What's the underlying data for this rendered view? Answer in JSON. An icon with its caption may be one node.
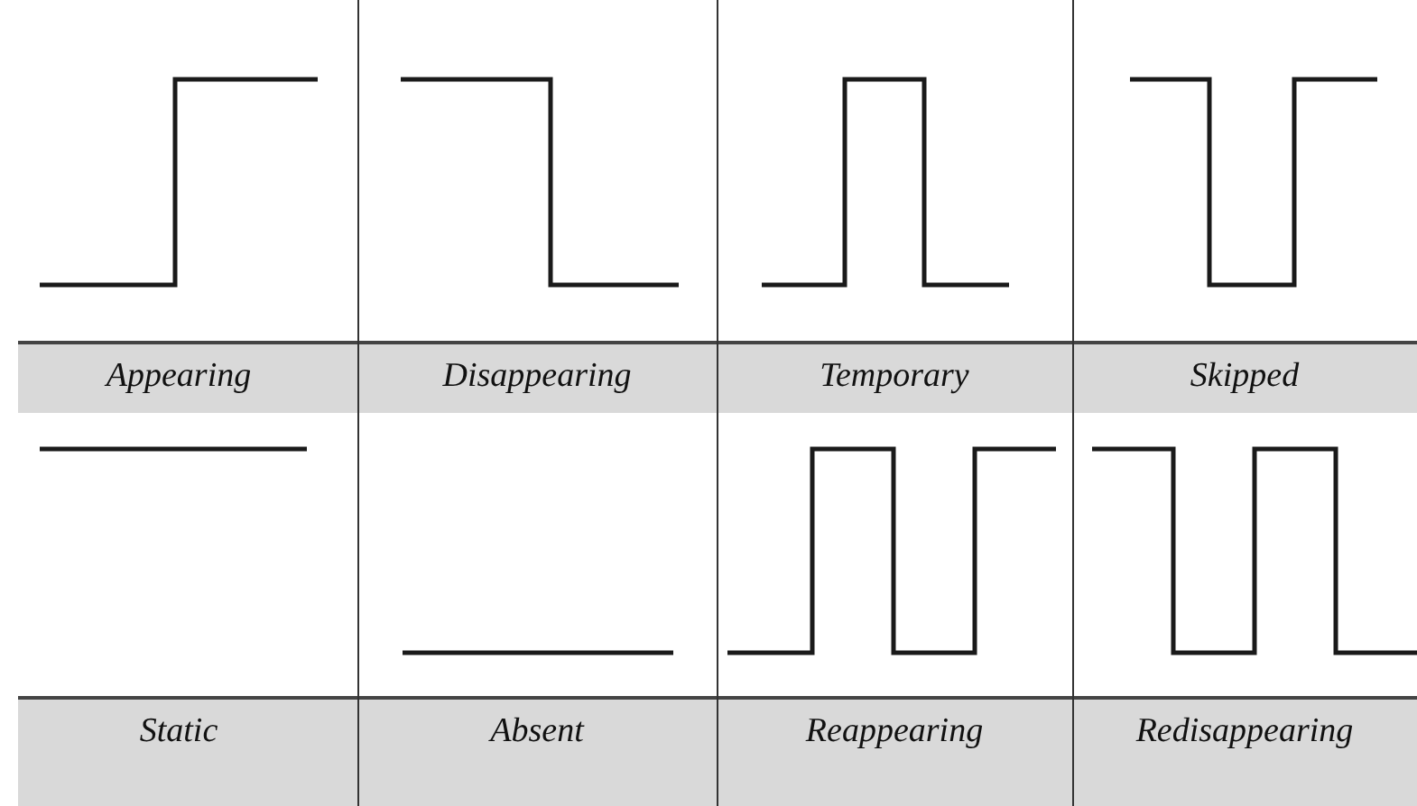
{
  "diagram": {
    "labels": [
      "Appearing",
      "Disappearing",
      "Temporary",
      "Skipped",
      "Static",
      "Absent",
      "Reappearing",
      "Redisappearing"
    ]
  }
}
